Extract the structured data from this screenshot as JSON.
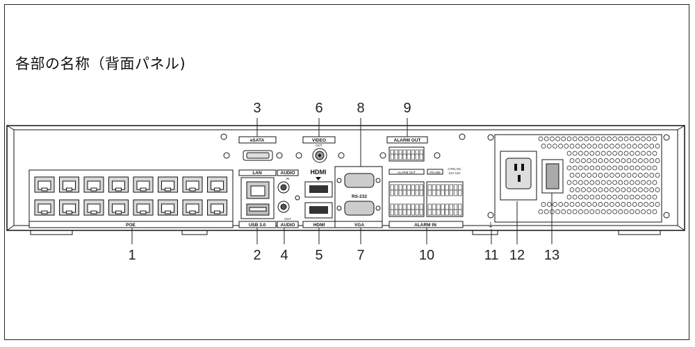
{
  "title": "各部の名称（背面パネル)",
  "callouts": [
    "1",
    "2",
    "3",
    "4",
    "5",
    "6",
    "7",
    "8",
    "9",
    "10",
    "11",
    "12",
    "13"
  ],
  "panel_labels": {
    "poe": "POE",
    "esata": "eSATA",
    "video": "VIDEO",
    "video_sub": "OUT",
    "lan": "LAN",
    "usb": "USB 3.0",
    "audio_top": "AUDIO",
    "audio_in": "IN",
    "audio_out": "OUT",
    "audio_bottom": "AUDIO",
    "hdmi_top": "HDMI",
    "hdmi_bottom": "HDMI",
    "rs232": "RS-232",
    "vga": "VGA",
    "alarm_out_top": "ALARM OUT",
    "alarm_out_mid": "ALARM OUT",
    "rs485": "RS-485",
    "ctrl_dc": "CTRL DC",
    "ctrl_v": "12V 12V",
    "alarm_in": "ALARM IN"
  }
}
